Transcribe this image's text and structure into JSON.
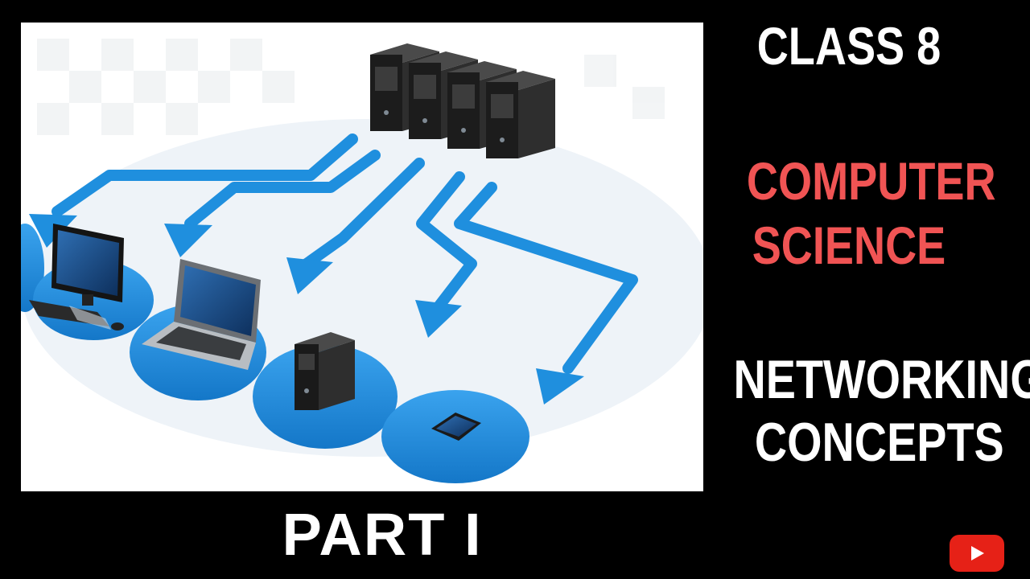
{
  "title": {
    "class_label": "CLASS 8",
    "subject_line1": "COMPUTER",
    "subject_line2": "SCIENCE",
    "topic_line1": "NETWORKING",
    "topic_line2": "CONCEPTS",
    "part_label": "PART I"
  },
  "colors": {
    "background": "#000000",
    "subject_text": "#f05454",
    "arrow_blue": "#1f8fde",
    "youtube_red": "#e62117"
  },
  "icons": {
    "youtube": "youtube-play-icon",
    "servers": "server-rack-icon",
    "desktop": "desktop-computer-icon",
    "laptop": "laptop-icon",
    "tower": "tower-pc-icon",
    "tablet": "tablet-icon"
  }
}
